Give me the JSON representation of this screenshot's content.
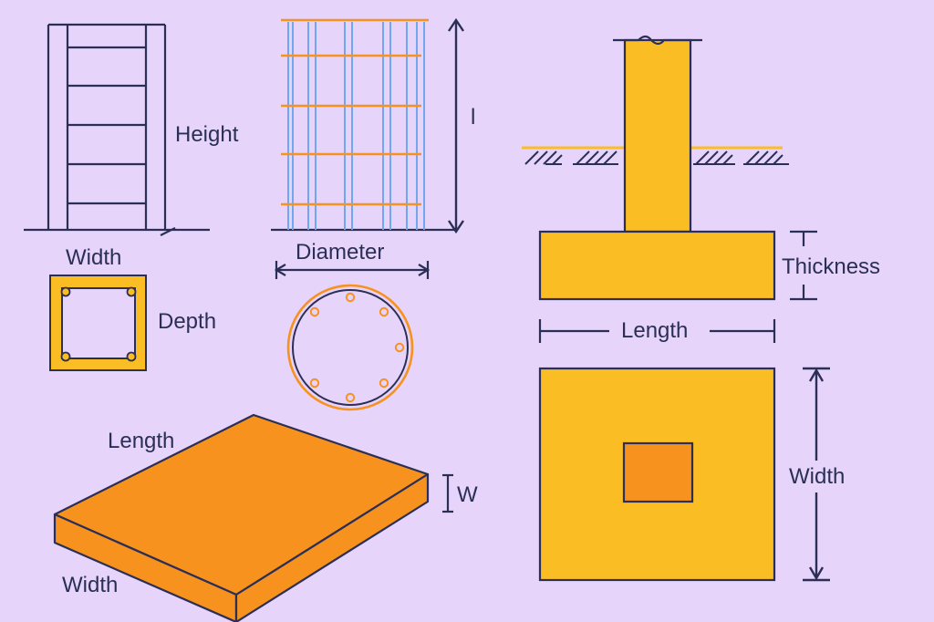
{
  "column": {
    "height_label": "Height",
    "width_label": "Width",
    "depth_label": "Depth"
  },
  "circular_column": {
    "length_label": "l",
    "diameter_label": "Diameter"
  },
  "slab": {
    "length_label": "Length",
    "width_label": "Width",
    "thickness_label": "W"
  },
  "footing": {
    "thickness_label": "Thickness",
    "length_label": "Length",
    "width_label": "Width"
  },
  "colors": {
    "background": "#e6d4fb",
    "line": "#2b2f55",
    "yellow": "#fbbd24",
    "orange": "#f7921e",
    "rebar_blue": "#6fa8ef",
    "rebar_orange": "#f7921e"
  }
}
